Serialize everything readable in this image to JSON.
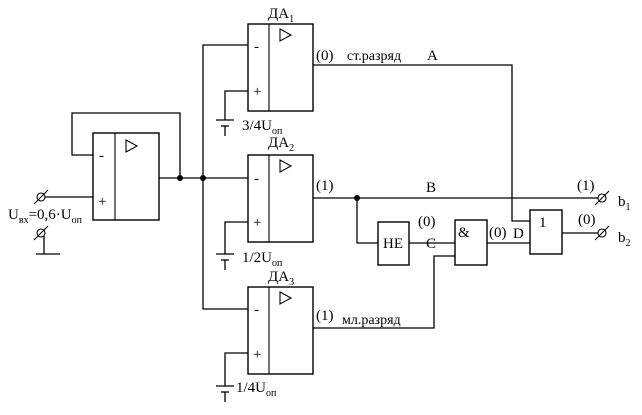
{
  "amps": [
    {
      "name": "ДА",
      "sub": "1",
      "ref": "3/4U",
      "ref_sub": "оп",
      "out_state": "(0)",
      "out_label": "ст.разряд"
    },
    {
      "name": "ДА",
      "sub": "2",
      "ref": "1/2U",
      "ref_sub": "оп",
      "out_state": "(1)",
      "out_label": ""
    },
    {
      "name": "ДА",
      "sub": "3",
      "ref": "1/4U",
      "ref_sub": "оп",
      "out_state": "(1)",
      "out_label": "мл.разряд"
    }
  ],
  "pins": {
    "minus": "-",
    "plus": "+"
  },
  "input": {
    "u": "U",
    "u_sub": "вх",
    "eq": "=0,6·U",
    "eq_sub": "оп"
  },
  "nodes": {
    "A": "A",
    "B": "B",
    "C": "C",
    "D": "D"
  },
  "gates": {
    "not": "НЕ",
    "and": "&",
    "or": "1"
  },
  "states": {
    "not_out": "(0)",
    "and_out": "(0)",
    "b1": "(1)",
    "b2": "(0)"
  },
  "outputs": {
    "b1": "b",
    "b1_sub": "1",
    "b2": "b",
    "b2_sub": "2"
  }
}
